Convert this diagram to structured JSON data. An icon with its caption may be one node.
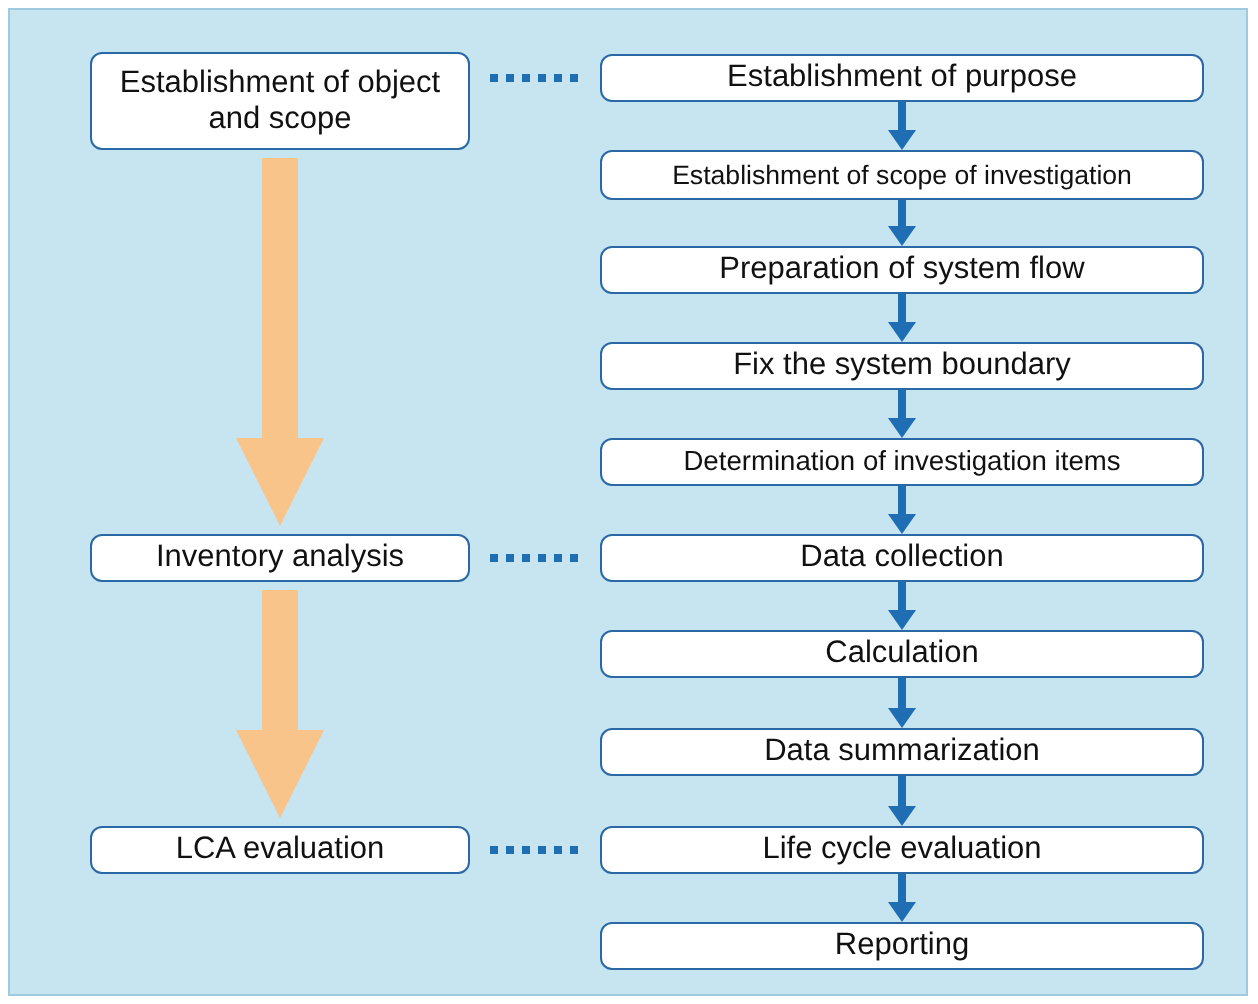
{
  "diagram": {
    "nodes": [
      {
        "text": [
          "Establishment of object and scope"
        ]
      },
      {
        "text": [
          "Establishment of purpose"
        ]
      },
      {
        "text": [
          "Establishment of scope of investigation"
        ]
      },
      {
        "text": [
          "Preparation of system flow"
        ]
      },
      {
        "text": [
          "Fix the system boundary"
        ]
      },
      {
        "text": [
          "Determination of investigation items"
        ]
      },
      {
        "text": [
          "Inventory analysis"
        ]
      },
      {
        "text": [
          "Data collection"
        ]
      },
      {
        "text": [
          "Calculation"
        ]
      },
      {
        "text": [
          "Data summarization"
        ]
      },
      {
        "text": [
          "LCA evaluation"
        ]
      },
      {
        "text": [
          "Life cycle evaluation"
        ]
      },
      {
        "text": [
          "Reporting"
        ]
      }
    ],
    "edges": [
      {
        "from": 0,
        "to": 1,
        "arrow": "none",
        "style": "dashed"
      },
      {
        "from": 1,
        "to": 2,
        "arrow": "to"
      },
      {
        "from": 2,
        "to": 3,
        "arrow": "to"
      },
      {
        "from": 3,
        "to": 4,
        "arrow": "to"
      },
      {
        "from": 4,
        "to": 5,
        "arrow": "to"
      },
      {
        "from": 5,
        "to": 7,
        "arrow": "to"
      },
      {
        "from": 6,
        "to": 7,
        "arrow": "none",
        "style": "dashed"
      },
      {
        "from": 7,
        "to": 8,
        "arrow": "to"
      },
      {
        "from": 8,
        "to": 9,
        "arrow": "to"
      },
      {
        "from": 9,
        "to": 11,
        "arrow": "to"
      },
      {
        "from": 10,
        "to": 11,
        "arrow": "none",
        "style": "dashed"
      },
      {
        "from": 11,
        "to": 12,
        "arrow": "to"
      },
      {
        "from": 0,
        "to": 6,
        "arrow": "to",
        "style": "thick",
        "color": "#f9c48a"
      },
      {
        "from": 6,
        "to": 10,
        "arrow": "to",
        "style": "thick",
        "color": "#f9c48a"
      }
    ]
  }
}
